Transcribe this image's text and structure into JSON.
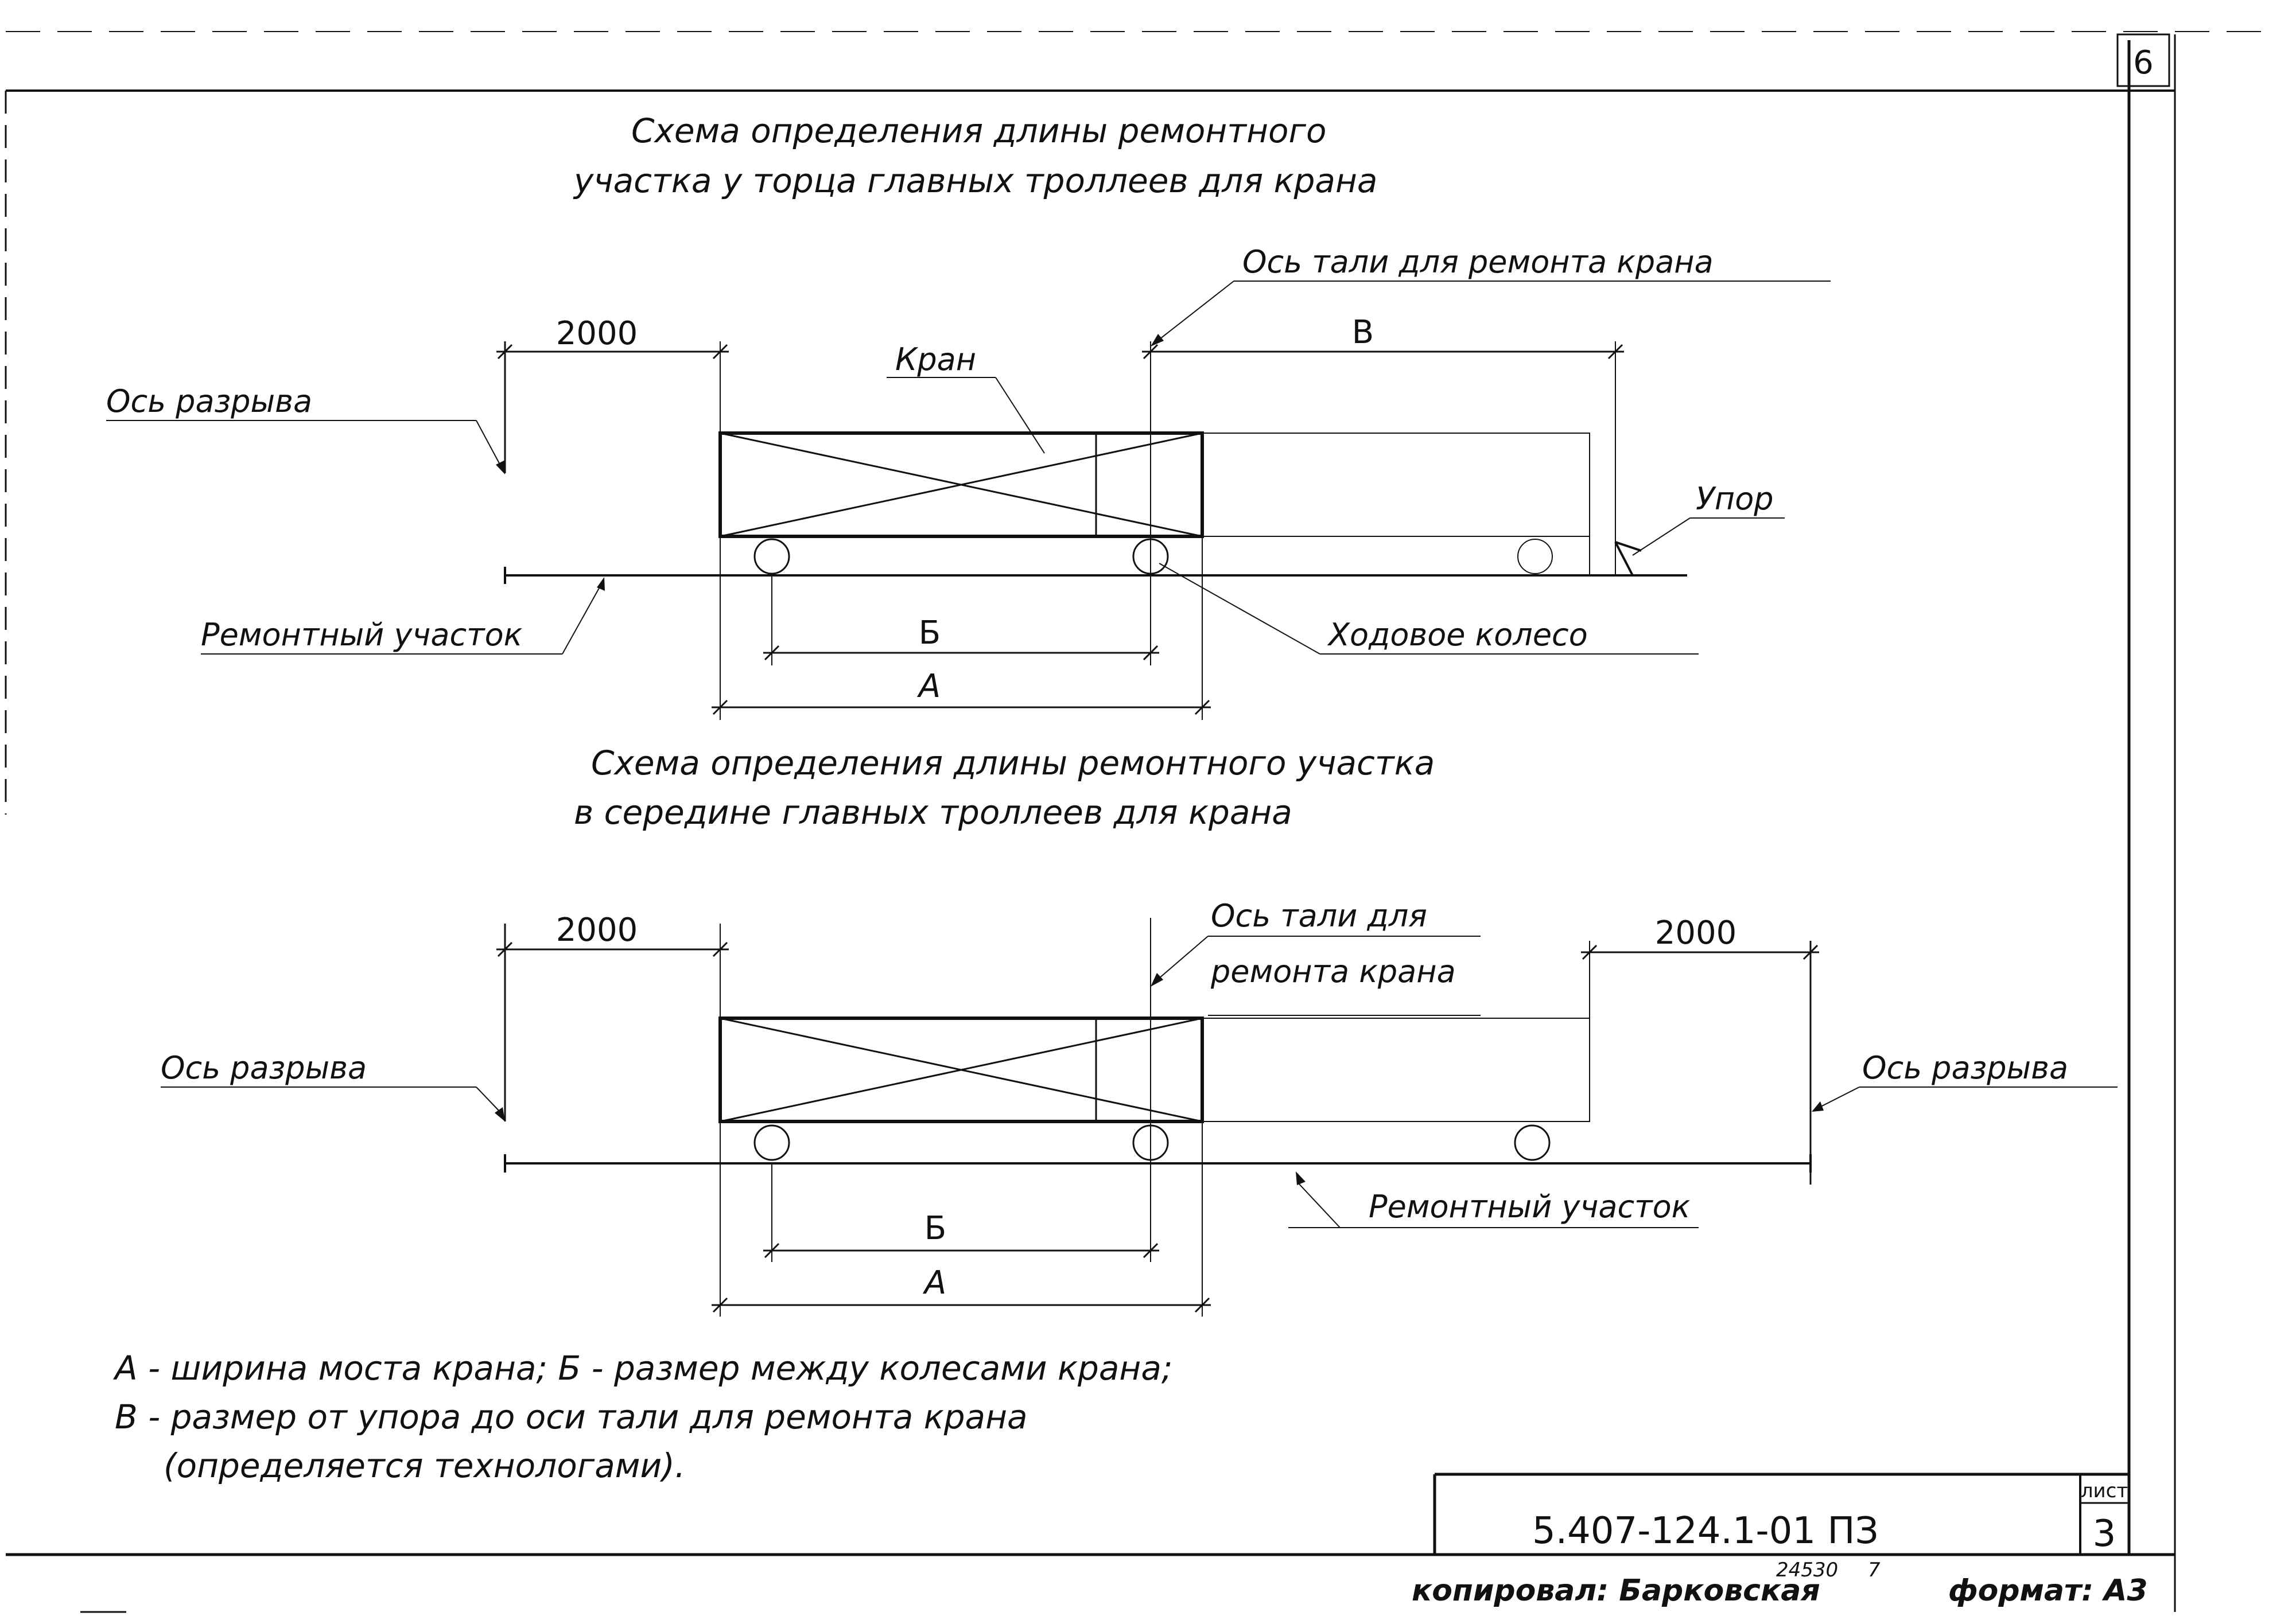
{
  "sheet": {
    "corner_number": "6",
    "title_block": {
      "code": "5.407-124.1-01 ПЗ",
      "sheet_label": "лист",
      "sheet_number": "3"
    },
    "footer": {
      "copied_by": "копировал: Барковская",
      "stamp": "24530",
      "stamp_num": "7",
      "format": "формат: А3"
    }
  },
  "diagram1": {
    "title_line1": "Схема определения длины ремонтного",
    "title_line2": "участка у торца главных троллеев для крана",
    "dim_2000": "2000",
    "dim_B": "В",
    "dim_b": "Б",
    "dim_a": "А",
    "labels": {
      "hoist_axis": "Ось тали для ремонта крана",
      "crane": "Кран",
      "break_axis": "Ось разрыва",
      "stop": "Упор",
      "repair_section": "Ремонтный участок",
      "running_wheel": "Ходовое колесо"
    }
  },
  "diagram2": {
    "title_line1": "Схема определения длины ремонтного участка",
    "title_line2": "в середине главных троллеев для крана",
    "dim_2000_left": "2000",
    "dim_2000_right": "2000",
    "dim_b": "Б",
    "dim_a": "А",
    "labels": {
      "hoist_axis_line1": "Ось тали для",
      "hoist_axis_line2": "ремонта крана",
      "break_axis_left": "Ось разрыва",
      "break_axis_right": "Ось разрыва",
      "repair_section": "Ремонтный участок"
    }
  },
  "notes": {
    "line1": "А - ширина моста крана; Б - размер между колесами крана;",
    "line2": "В - размер от упора до оси тали для ремонта крана",
    "line3": "(определяется технологами)."
  }
}
